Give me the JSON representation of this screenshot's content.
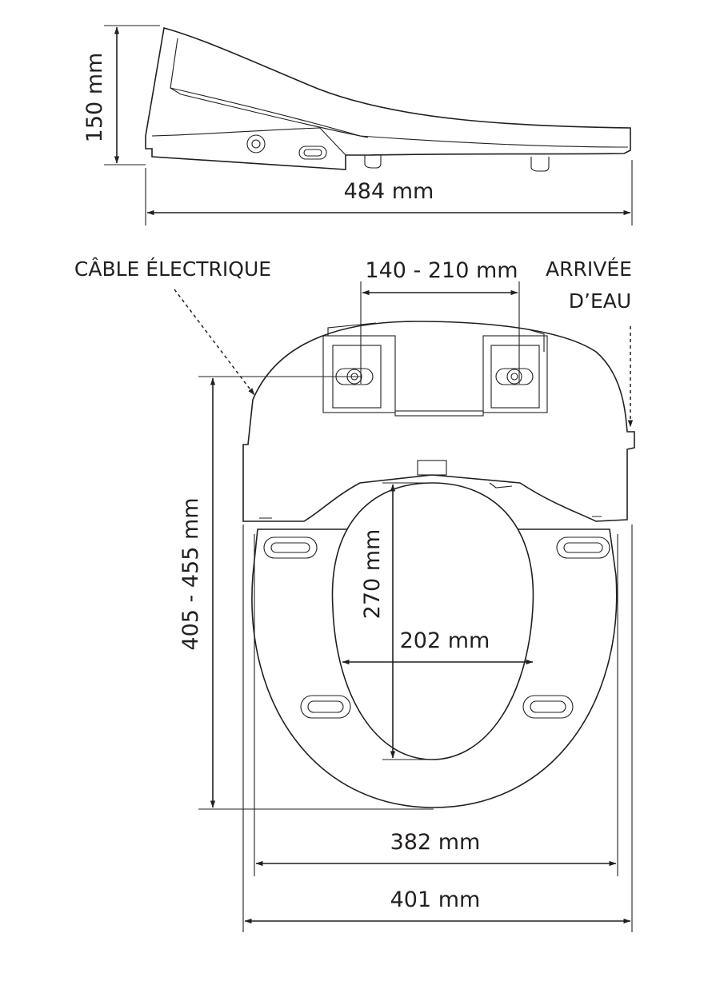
{
  "dimensions": {
    "side_height": "150 mm",
    "side_length": "484 mm",
    "fixing_spacing": "140 - 210 mm",
    "seat_length": "405 - 455 mm",
    "opening_length": "270 mm",
    "opening_width": "202 mm",
    "seat_inner_width": "382 mm",
    "seat_outer_width": "401 mm"
  },
  "callouts": {
    "cable": "CÂBLE ÉLECTRIQUE",
    "water_line1": "ARRIVÉE",
    "water_line2": "D’EAU"
  },
  "colors": {
    "line": "#231f20",
    "background": "#ffffff"
  }
}
